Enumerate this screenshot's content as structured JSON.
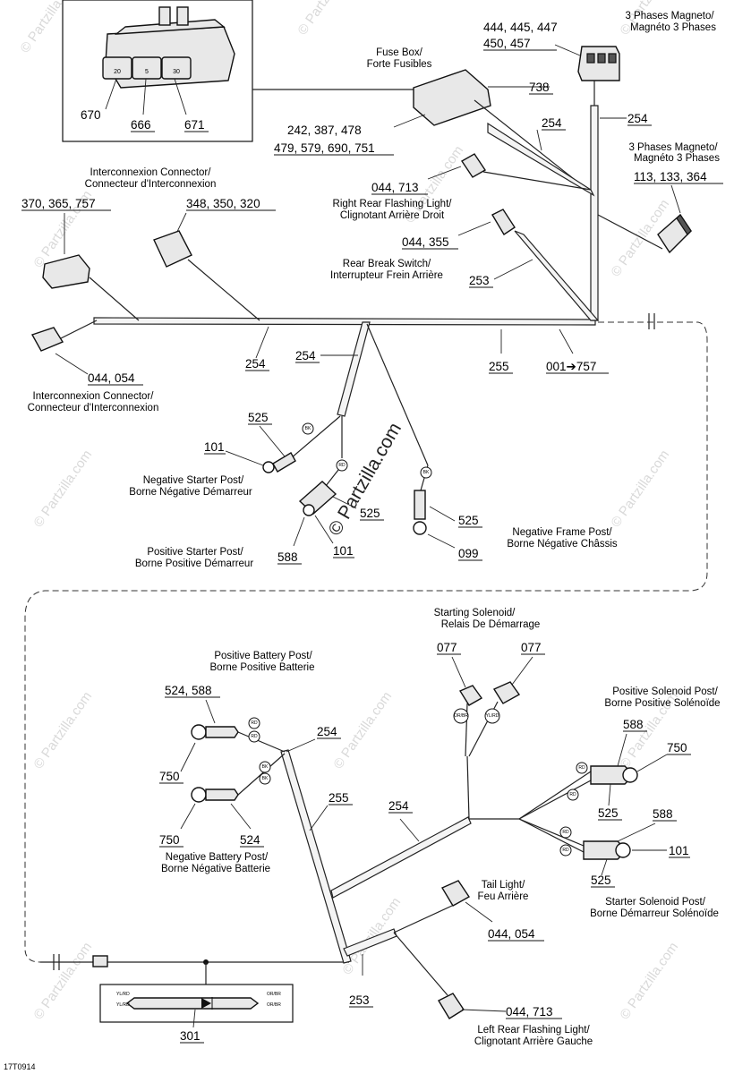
{
  "document_id": "17T0914",
  "watermark": "© Partzilla.com",
  "callouts": {
    "c670": "670",
    "c666": "666",
    "c671": "671",
    "c738": "738",
    "c242": "242, 387, 478",
    "c479": "479, 579, 690, 751",
    "c444": "444, 445, 447",
    "c450": "450, 457",
    "c254a": "254",
    "c254b": "254",
    "c254c": "254",
    "c254d": "254",
    "c254e": "254",
    "c254f": "254",
    "c113": "113, 133, 364",
    "c044_713a": "044, 713",
    "c044_355": "044, 355",
    "c253a": "253",
    "c253b": "253",
    "c370": "370, 365, 757",
    "c348": "348, 350, 320",
    "c044_054a": "044, 054",
    "c044_054b": "044, 054",
    "c255a": "255",
    "c255b": "255",
    "c001": "001➔757",
    "c525a": "525",
    "c525b": "525",
    "c525c": "525",
    "c525d": "525",
    "c525e": "525",
    "c101a": "101",
    "c101b": "101",
    "c101c": "101",
    "c588a": "588",
    "c588b": "588",
    "c588c": "588",
    "c099": "099",
    "c077a": "077",
    "c077b": "077",
    "c524_588": "524, 588",
    "c750a": "750",
    "c750b": "750",
    "c750c": "750",
    "c524": "524",
    "c044_713b": "044, 713",
    "c301": "301"
  },
  "labels": {
    "fuse_box": [
      "Fuse Box/",
      "Forte Fusibles"
    ],
    "magneto_top": [
      "3 Phases Magneto/",
      "Magnéto 3 Phases"
    ],
    "magneto_mid": [
      "3 Phases Magneto/",
      "Magnéto 3 Phases"
    ],
    "interconnexion_top": [
      "Interconnexion Connector/",
      "Connecteur d'Interconnexion"
    ],
    "interconnexion_bottom": [
      "Interconnexion Connector/",
      "Connecteur d'Interconnexion"
    ],
    "right_rear_flash": [
      "Right Rear Flashing Light/",
      "Clignotant Arrière Droit"
    ],
    "rear_brake": [
      "Rear Break Switch/",
      "Interrupteur Frein Arrière"
    ],
    "neg_starter": [
      "Negative Starter Post/",
      "Borne Négative Démarreur"
    ],
    "pos_starter": [
      "Positive Starter Post/",
      "Borne Positive Démarreur"
    ],
    "neg_frame": [
      "Negative Frame Post/",
      "Borne Négative Châssis"
    ],
    "starting_solenoid": [
      "Starting Solenoid/",
      "Relais De Démarrage"
    ],
    "pos_battery": [
      "Positive Battery Post/",
      "Borne Positive Batterie"
    ],
    "pos_solenoid": [
      "Positive Solenoid Post/",
      "Borne Positive Solénoïde"
    ],
    "neg_battery": [
      "Negative Battery Post/",
      "Borne Négative Batterie"
    ],
    "starter_solenoid": [
      "Starter Solenoid Post/",
      "Borne Démarreur Solénoïde"
    ],
    "tail_light": [
      "Tail Light/",
      "Feu Arrière"
    ],
    "left_rear_flash": [
      "Left Rear Flashing Light/",
      "Clignotant Arrière Gauche"
    ]
  },
  "fuse_values": [
    "20",
    "5",
    "30"
  ],
  "wire_tags": {
    "bk1": "BK",
    "rd1": "RD",
    "bk2": "BK",
    "rd2": "RD",
    "rd3": "RD",
    "bk3": "BK",
    "bk4": "BK",
    "orbr": "OR/BR",
    "ylrd": "YL/RD",
    "rd4": "RD",
    "rd5": "RD",
    "rd6": "RD",
    "rd7": "RD"
  },
  "diode_leads": {
    "left_top": "YL/RD",
    "left_bottom": "YL/RD",
    "right_top": "OR/BR",
    "right_bottom": "OR/BR"
  }
}
